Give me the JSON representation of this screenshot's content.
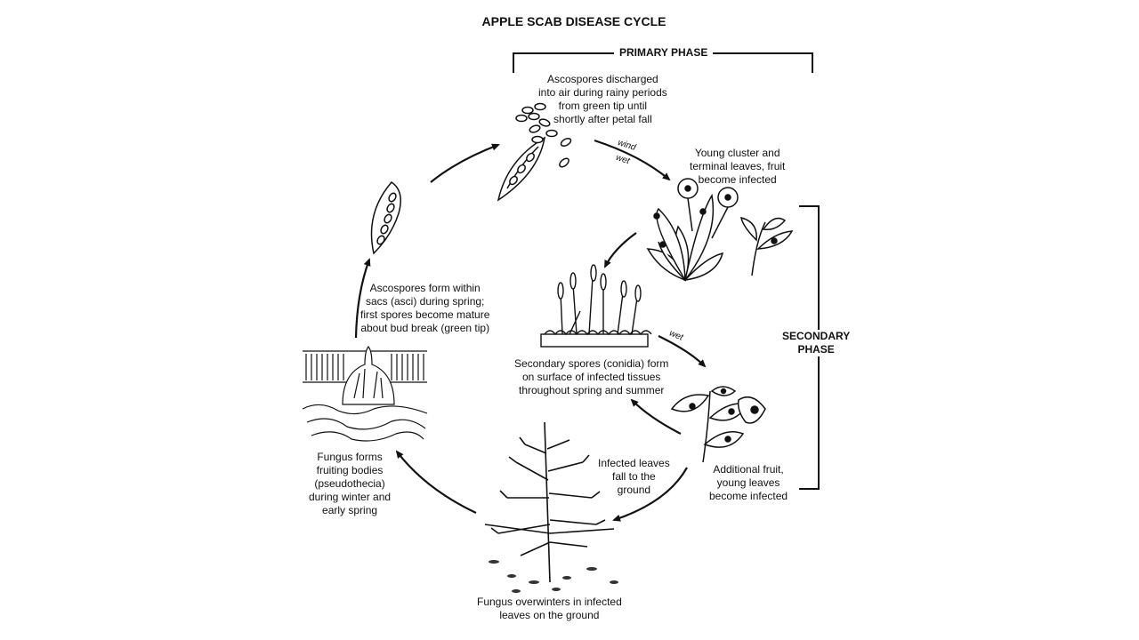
{
  "title": "APPLE SCAB DISEASE CYCLE",
  "phases": {
    "primary": "PRIMARY PHASE",
    "secondary_line1": "SECONDARY",
    "secondary_line2": "PHASE"
  },
  "stages": {
    "ascospores_discharged": [
      "Ascospores discharged",
      "into air during rainy periods",
      "from green tip until",
      "shortly after petal fall"
    ],
    "young_cluster": [
      "Young cluster and",
      "terminal leaves, fruit",
      "become infected"
    ],
    "secondary_spores": [
      "Secondary spores (conidia) form",
      "on surface of infected tissues",
      "throughout spring and summer"
    ],
    "additional_fruit": [
      "Additional fruit,",
      "young leaves",
      "become infected"
    ],
    "infected_leaves_fall": [
      "Infected leaves",
      "fall to the",
      "ground"
    ],
    "overwinters": [
      "Fungus overwinters in infected",
      "leaves on the ground"
    ],
    "fruiting_bodies": [
      "Fungus forms",
      "fruiting bodies",
      "(pseudothecia)",
      "during winter and",
      "early spring"
    ],
    "ascospores_form": [
      "Ascospores form within",
      "sacs (asci) during spring;",
      "first spores become mature",
      "about bud break (green tip)"
    ]
  },
  "conditions": {
    "wind": "wind",
    "wet1": "wet",
    "wet2": "wet"
  },
  "icons": [
    "ascus-spores-icon",
    "apple-leaves-icon",
    "conidia-icon",
    "infected-shoot-icon",
    "bare-tree-icon",
    "pseudothecium-icon",
    "ascus-icon"
  ]
}
